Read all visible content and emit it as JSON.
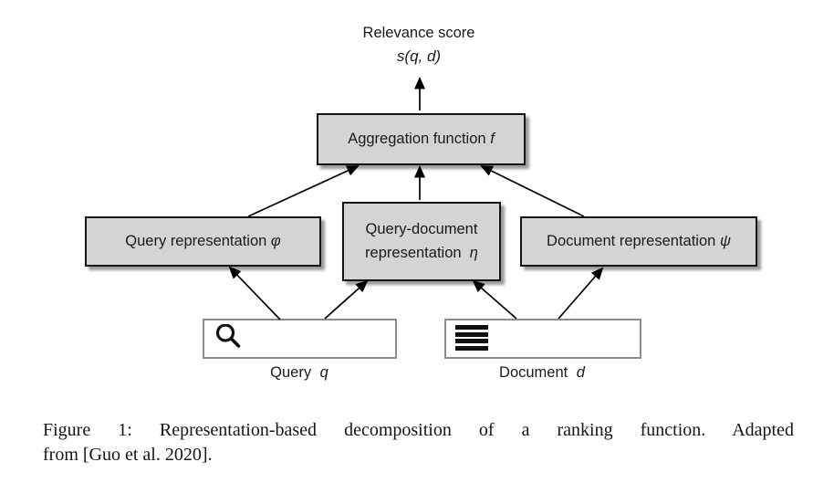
{
  "colors": {
    "background": "#ffffff",
    "box_fill": "#d4d4d4",
    "box_border": "#151515",
    "input_border": "#8c8c8c",
    "arrow": "#000000",
    "text": "#1a1a1a"
  },
  "output": {
    "label": "Relevance score",
    "formula": "s(q, d)"
  },
  "nodes": {
    "aggregation": {
      "label": "Aggregation function",
      "symbol": "f"
    },
    "query_representation": {
      "label": "Query representation",
      "symbol": "φ"
    },
    "query_document_representation": {
      "line1": "Query-document",
      "line2": "representation",
      "symbol": "η"
    },
    "document_representation": {
      "label": "Document representation",
      "symbol": "ψ"
    }
  },
  "inputs": {
    "query": {
      "label": "Query",
      "symbol": "q"
    },
    "document": {
      "label": "Document",
      "symbol": "d"
    }
  },
  "caption": {
    "line1": "Figure 1: Representation-based decomposition of a ranking function. Adapted",
    "line2": "from [Guo et al. 2020]."
  }
}
